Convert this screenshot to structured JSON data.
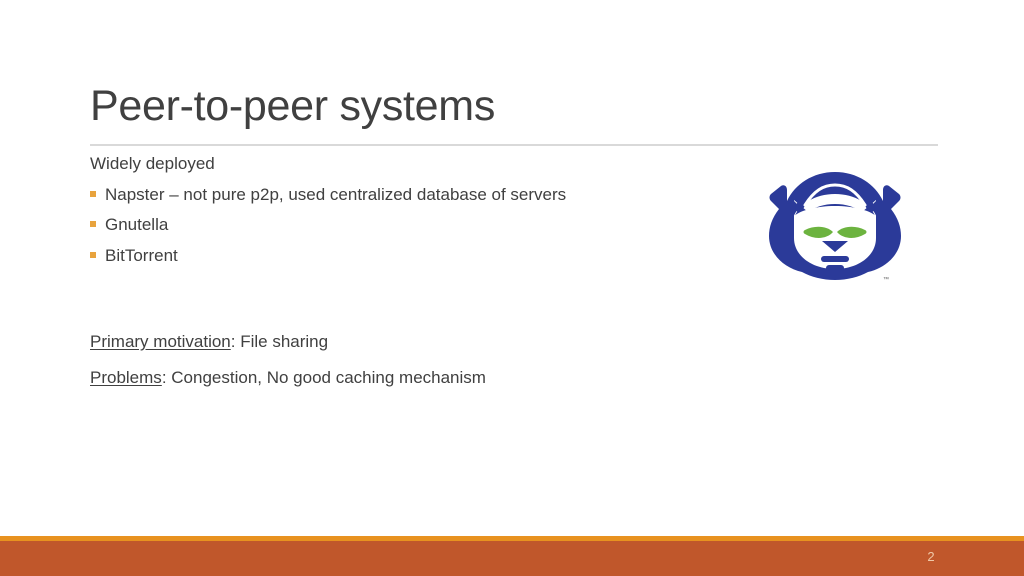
{
  "slide": {
    "title": "Peer-to-peer systems",
    "page_number": "2",
    "background_color": "#ffffff",
    "title_color": "#404040",
    "accent_color": "#E8921F",
    "footer_color": "#C0572B",
    "bullet_color": "#E8A33D",
    "rule_color": "#d9d9d9"
  },
  "body": {
    "lead": "Widely deployed",
    "bullets": [
      {
        "text": "Napster – not pure p2p, used centralized database of servers"
      },
      {
        "text": "Gnutella"
      },
      {
        "text": "BitTorrent"
      }
    ]
  },
  "notes": [
    {
      "label": "Primary motivation",
      "separator": ": ",
      "value": "File sharing"
    },
    {
      "label": "Problems",
      "separator": ": ",
      "value": "Congestion, No good caching mechanism"
    }
  ],
  "logo": {
    "name": "napster-logo",
    "trademark": "™",
    "outline_color": "#2B3A99",
    "eye_color": "#6CB33F"
  }
}
